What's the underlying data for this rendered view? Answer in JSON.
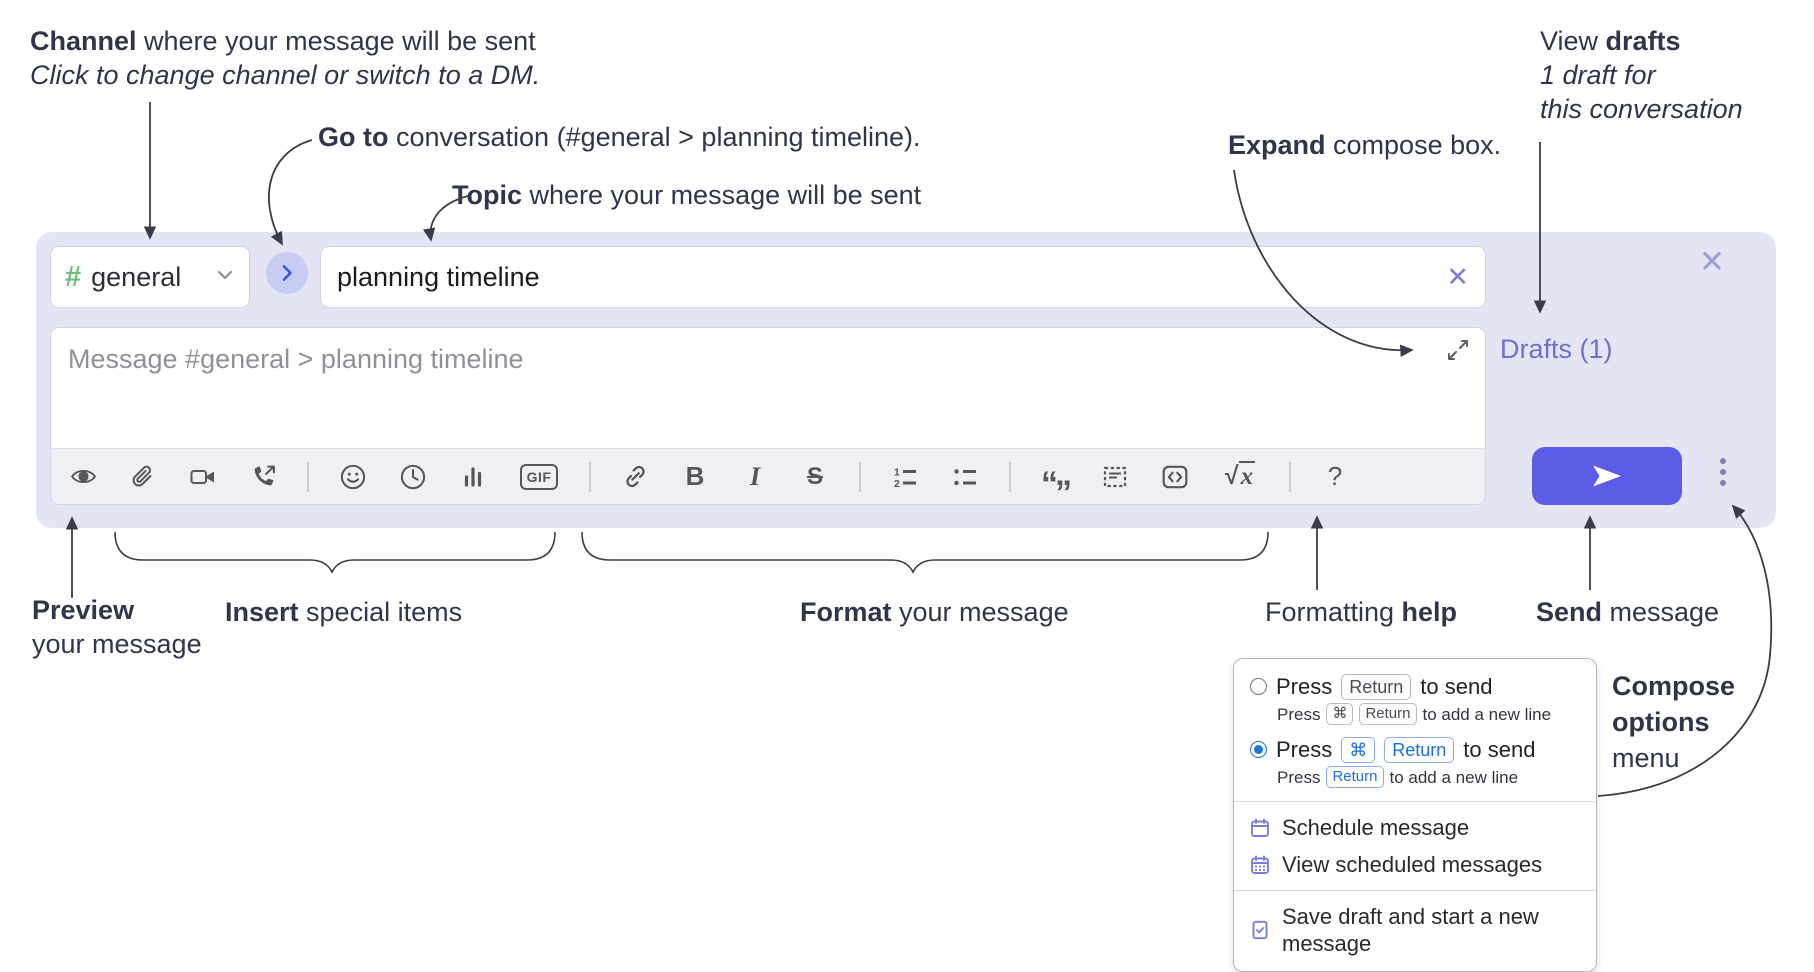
{
  "colors": {
    "compose_background": "#e3e5f4",
    "send_button": "#5a5ce6",
    "channel_hash_green": "#6bbf7b",
    "drafts_link_purple": "#6d72c8",
    "radio_selected_blue": "#1d76d2",
    "menu_icon_purple": "#7a7ed2"
  },
  "callouts": {
    "channel": {
      "bold": "Channel",
      "rest": " where your message will be sent",
      "sub": "Click to change channel or switch to a DM."
    },
    "goto": {
      "bold": "Go to",
      "rest": " conversation (#general > planning timeline)."
    },
    "topic": {
      "bold": "Topic",
      "rest": " where your message will be sent"
    },
    "expand": {
      "bold": "Expand",
      "rest": " compose box."
    },
    "view_drafts": {
      "pre": "View ",
      "bold": "drafts",
      "line2": "1 draft for",
      "line3": "this conversation"
    },
    "preview": {
      "bold": "Preview",
      "line2": "your message"
    },
    "insert": {
      "bold": "Insert",
      "rest": " special items"
    },
    "format": {
      "bold": "Format",
      "rest": " your message"
    },
    "formatting_help": {
      "pre": "Formatting ",
      "bold": "help"
    },
    "send": {
      "bold": "Send",
      "rest": " message"
    },
    "compose_options": {
      "line1": "Compose",
      "line2": "options",
      "line3": "menu"
    }
  },
  "compose": {
    "channel_hash": "#",
    "channel_name": "general",
    "topic_value": "planning timeline",
    "message_placeholder": "Message #general > planning timeline",
    "drafts_link": "Drafts (1)",
    "clear_topic_glyph": "✕",
    "close_glyph": "✕"
  },
  "toolbar": {
    "gif": "GIF",
    "bold": "B",
    "italic": "I",
    "strike": "S",
    "quote_open": "“",
    "quote_close": "”",
    "ol_1": "1",
    "ol_2": "2",
    "math_root": "√",
    "math_x": "x",
    "help": "?"
  },
  "options_menu": {
    "radio_options": [
      {
        "selected": false,
        "main": {
          "pre": "Press",
          "keys": [
            "Return"
          ],
          "post": "to send"
        },
        "sub": {
          "pre": "Press",
          "keys": [
            "⌘",
            "Return"
          ],
          "post": "to add a new line"
        }
      },
      {
        "selected": true,
        "main": {
          "pre": "Press",
          "keys": [
            "⌘",
            "Return"
          ],
          "post": "to send"
        },
        "sub": {
          "pre": "Press",
          "keys": [
            "Return"
          ],
          "post": "to add a new line"
        }
      }
    ],
    "items": [
      "Schedule message",
      "View scheduled messages",
      "Save draft and start a new message"
    ]
  }
}
